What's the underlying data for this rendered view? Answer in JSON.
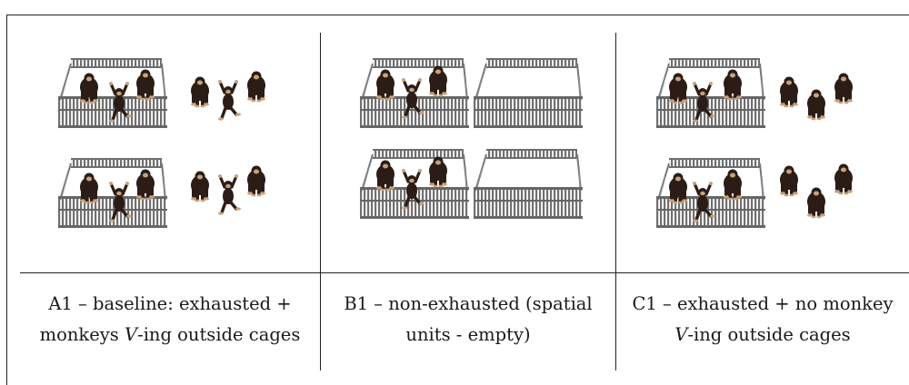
{
  "conditions": [
    {
      "id": "A1",
      "caption_line1": "A1 – baseline: exhausted +",
      "caption_line2_italic": "V",
      "caption_line2_rest": "-ing outside cages",
      "caption_line2_prefix": "monkeys ",
      "cages": "occupied",
      "outside_monkeys": "swinging"
    },
    {
      "id": "B1",
      "caption_line1": "B1 – non-exhausted (spatial",
      "caption_line2_prefix": "units - empty)",
      "caption_line2_italic": "",
      "caption_line2_rest": "",
      "cages": "one-occupied-one-empty",
      "outside_monkeys": "none"
    },
    {
      "id": "C1",
      "caption_line1": "C1 – exhausted + no monkey",
      "caption_line2_prefix": "",
      "caption_line2_italic": "V",
      "caption_line2_rest": "-ing outside cages",
      "cages": "occupied",
      "outside_monkeys": "standing"
    }
  ],
  "colors": {
    "cage": "#6e6e6e",
    "monkey_fur": "#2b1d16",
    "monkey_skin": "#c9a27a",
    "rule": "#222222"
  }
}
